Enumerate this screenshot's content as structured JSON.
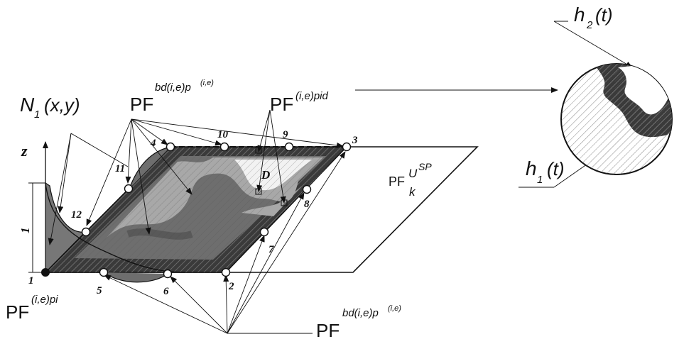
{
  "labels": {
    "pf": "PF",
    "pf_top_left_sup": "bd(i,e)p",
    "pf_top_left_supsup": "(i,e)",
    "pf_top_right_sup": "(i,e)pid",
    "pf_corner_sup": "(i,e)pi",
    "pf_bottom_sup": "bd(i,e)p",
    "pf_bottom_supsup": "(i,e)",
    "pf_plane_sup": "U",
    "pf_plane_supsup": "SP",
    "pf_plane_sub": "k",
    "n1": "N",
    "n1_sub": "1",
    "n1_args": "(x,y)",
    "z_axis": "z",
    "unit_one": "1",
    "d_label": "D",
    "h1": "h",
    "h1_sub": "1",
    "h1_args": "(t)",
    "h2": "h",
    "h2_sub": "2",
    "h2_args": "(t)"
  },
  "nodes": [
    "1",
    "2",
    "3",
    "4",
    "5",
    "6",
    "7",
    "8",
    "9",
    "10",
    "11",
    "12"
  ],
  "colors": {
    "outline": "#111111",
    "dark_band": "#3a3a3a",
    "mid_region": "#6e6e6e",
    "light_region": "#a8a8a8",
    "white_region": "#f2f2f2",
    "node_fill": "#ffffff"
  }
}
